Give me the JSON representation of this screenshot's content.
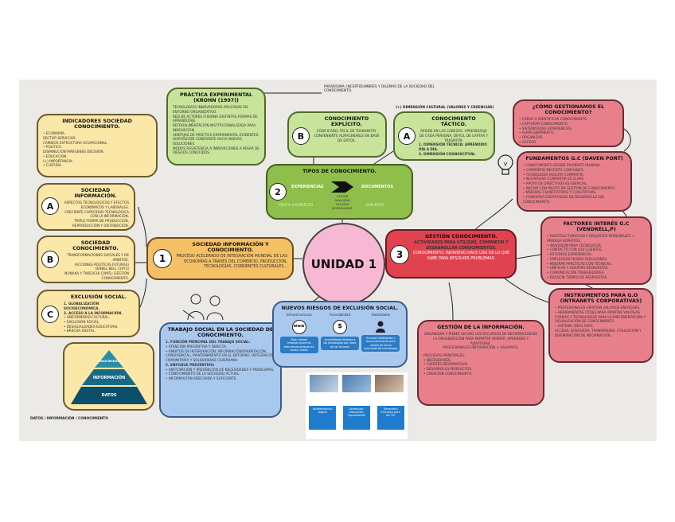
{
  "title": "UNIDAD 1",
  "paradigma": "PARADIGMA: INCERTIDUMBRES Y DILEMAS DE LA SOCIEDAD DEL CONOCIMIENTO.",
  "dimension_cultural": "(+) DIMENSIÓN CULTURAL (VALORES Y CREENCIAS)",
  "practica": {
    "title": "PRÁCTICA EXPERIMENTAL (KROHN (1997))",
    "lines": [
      "TECNOLOGÍAS INNOVADORAS APLICADAS EN ENTORNO ORGANIZATIVO.",
      "RED DE ACTORES FUSIONA DISTINTAS FORMAS DE APRENDIZAJE.",
      "RETROALIMENTACIÓN INSTITUCIONALIZADA PARA INNOVACIÓN.",
      "VENTAJAS DE PRÁCTICA EXPERIMENTAL EVIDENTES, DISPOSICIÓN CONSTANTE HACIA NUEVAS SOLUCIONES.",
      "MODOS RESISTENCIA A INNOVACIONES A PESAR DE RIESGOS CONOCIDOS."
    ]
  },
  "indicadores": {
    "title": "INDICADORES SOCIEDAD CONOCIMIENTO.",
    "lines": [
      "• ECONOMÍA.",
      "SECTOR SERVICIOS.",
      "CAMBIOS ESTRUCTURA OCUPACIONAL.",
      "• POLÍTICA.",
      "DISMINUCIÓN MÁRGENES DECISIÓN.",
      "• EDUCACIÓN.",
      "(+) IMPORTANCIA.",
      "• CULTURA."
    ]
  },
  "soc_info": {
    "letter": "A",
    "title": "SOCIEDAD INFORMACIÓN.",
    "lines": [
      "ASPECTOS TECNOLÓGICOS Y EFECTOS ECONÓMICOS Y LABORALES.",
      "CRECIENTE CAPACIDAD TECNOLÓGICA CON LA INFORMACIÓN.",
      "TRIPLE FORMA DE PRODUCCIÓN, REPRODUCCIÓN Y DISTRIBUCIÓN."
    ]
  },
  "soc_con": {
    "letter": "B",
    "title": "SOCIEDAD CONOCIMIENTO.",
    "lines": [
      "TRANSFORMACIONES SOCIALES Y DE AMBITOS.",
      "(ACCIONES POLÍTICAS FUTURAS)",
      "DANIEL BELL (1973)",
      "NONAKA Y TAKEUCHI (1995): GESTIÓN CONOCIMIENTO."
    ]
  },
  "exclusion": {
    "letter": "C",
    "title": "EXCLUSIÓN SOCIAL.",
    "lines": [
      "1. GLOBALIZACIÓN SOCIOECONÓMICA.",
      "2. ACCESO A LA INFORMACIÓN.",
      "• UNIFORMIDAD CULTURAL.",
      "• EXCLUSIÓN SOCIAL.",
      "• DESIGUALDADES EDUCATIVAS.",
      "• BRECHA DIGITAL."
    ]
  },
  "node1": {
    "number": "1",
    "title": "SOCIEDAD INFORMACIÓN Y CONOCIMIENTO.",
    "text": "PROCESO ACELERADO DE INTEGRACIÓN MUNDIAL DE LAS ECONOMÍAS A TRAVÉS DEL COMERCIO, PRODUCCIÓN, TECNOLOGÍAS, CORRIENTES CULTURALES..."
  },
  "explicito": {
    "letter": "B",
    "title": "CONOCIMIENTO EXPLÍCITO.",
    "lines": [
      "CODIFICADO, FÁCIL DE TRANSMITIR.",
      "CONVENIENTE ALMACENABLE EN BASE DE DATOS."
    ]
  },
  "tacito": {
    "letter": "A",
    "title": "CONOCIMIENTO TÁCTICO.",
    "lines": [
      "RESIDE EN LAS CABEZAS. APRENDIZAJE DE CADA PERSONA, DIFÍCIL DE CAPTAR Y TRASMITIR.",
      "1. DIMENSIÓN TÉCNICA: APRENDIDO DÍA A DÍA.",
      "2. DIMENSIÓN COGNOSCITIVA."
    ]
  },
  "tipos": {
    "number": "2",
    "title": "TIPOS DE CONOCIMIENTO.",
    "left": "EXPERIENCIAS",
    "right": "DOCUMENTOS",
    "left_sub": "TÁCITO A EXPLÍCITO",
    "right_sub": "EXPLÍCITO",
    "middle": [
      "CAPTAR",
      "ANALIZAR",
      "VALIDAR",
      "NORMALIZAR"
    ]
  },
  "como": {
    "title": "¿CÓMO GESTIONAMOS EL CONOCIMIENTO?",
    "lines": [
      "• CREAR O IDENTIFICAR CONOCIMIENTO.",
      "• CAPTURAR CONOCIMIENTO.",
      "• SISTEMATIZAR EXPERIENCIAS.",
      "• ALMACENAMIENTO.",
      "• ORGANIZAR.",
      "• ACCESO."
    ]
  },
  "fundamentos": {
    "title": "FUNDAMENTOS G.C (DAVEN PORT)",
    "lines": [
      "• CONOCIMIENTO RESIDE EN MENTE HUMANA.",
      "• COMPARTIR NECESITA CONFIANZA.",
      "• TECNOLOGÍA FACILITA COMPARTIR.",
      "• INCENTIVAR COMPARTIR ES CLAVE.",
      "• APOYO DE DIRECTIVOS ES ESENCIAL.",
      "• INICIAR CON PILOTO EN GESTIÓN DE CONOCIMIENTO.",
      "• MEDIDAS CUANTITATIVAS Y CUALITATIVAS.",
      "• FOMENTAR CREATIVIDAD EN DESARROLLO DEL CONOCIMIENTO."
    ]
  },
  "gestion": {
    "number": "3",
    "title": "GESTIÓN CONOCIMIENTO.",
    "lines": [
      "ACTIVIDADES PARA UTILIZAR, COMPARTIR Y DESARROLLAR CONOCIMIENTOS.",
      "CONOCIMIENTO: INDIVIDUO HACE USO DE LO QUE SABE PARA RESOLVER PROBLEMAS."
    ]
  },
  "factores": {
    "title": "FACTORES INTERÉS G.C (VENDRELL,P)",
    "lines": [
      "• REESTRUCTURACIÓN Y REAJUSTES PERSONALES → PÉRDIDA EXPERTOS.",
      "• INVERSIÓN PARA TECNOLOGÍA.",
      "• CONTACTO CON LOS CLIENTES.",
      "• ESTUDIOS EXPERIENCIAL.",
      "• EMPLEADOS DANDO SOLUCIONES.",
      "• MEJORAR PRÁCTICAS CON TÉCNICAS.",
      "• UNIFICAR Y ADAPTAR RESPUESTAS.",
      "• COMUNICACIÓN TRABAJADORES.",
      "• REDUCIR TIEMPO DE RESPUESTAS."
    ]
  },
  "instrumentos": {
    "title": "INSTRUMENTOS PARA G.O (INTRANETS CORPORATIVAS)",
    "lines": [
      "• PROFESIONALES APORTAN VALIOSOS ENFOQUES.",
      "• HERRAMIENTAS ÚTILES PARA APORTAR VALIOSAS FORMAS Y TECNOLOGÍAS PARA LA IMPLEMENTACIÓN Y VISUALIZACIÓN DE CONOCIMIENTO.",
      "• SISTEMA IDEAL PARA:",
      "ACCESO, BÚSQUEDA, TRANSMISIÓN, UTILIZACIÓN Y DISEMINACIÓN DE INFORMACIÓN."
    ]
  },
  "gestion_info": {
    "title": "GESTIÓN DE LA INFORMACIÓN.",
    "lines": [
      "ORGANIZAR Y PONER EN USO LOS RECURSOS DE INFORMACIÓN DE LA ORGANIZACIÓN PARA PERMITIR OPERAR, APRENDER Y ADAPTARSE.",
      "PROFESIONALES INFORMACIÓN + USUARIOS.",
      "PROCESOS PRINCIPALES:",
      "• NECESIDADES.",
      "• FUENTES INFORMATIVAS.",
      "• DESARROLLO PRODUCTOS.",
      "• CREACIÓN CONOCIMIENTO."
    ]
  },
  "trabajo": {
    "title": "TRABAJO SOCIAL EN LA SOCIEDAD DE CONOCIMIENTO.",
    "lines": [
      "1. FUNCIÓN PRINCIPAL DEL TRABAJO SOCIAL:",
      "• ATENCIÓN PREVENTIVA Y DIRECTA.",
      "• ÁMBITOS DE INTERVENCIÓN: INFORMACIÓN/ORIENTACIÓN, CONVIVENCIAL, MANTENIMIENTO EN EL ENTORNO, INTEGRACIÓN COMUNITARIA Y SOLIDARIDAD CIUDADANA.",
      "2. ENFOQUE PREVENTIVO:",
      "• ANTICIPACIÓN Y PREVENCIÓN DE NECESIDADES Y PROBLEMAS.",
      "• CONOCIMIENTO DE LA SOCIEDAD ACTUAL.",
      "• INFORMACIÓN ADECUADA Y SUFICIENTE."
    ]
  },
  "riesgos": {
    "title": "NUEVOS RIESGOS DE EXCLUSIÓN SOCIAL.",
    "cols": [
      "Infraestructuras",
      "Accesibilidad",
      "Habilidades"
    ],
    "icons": [
      "www",
      "$",
      "person"
    ],
    "notes": [
      "Baja calidad infraestructura de telecomunicaciones en zonas rurales",
      "Accesibilidad limitada a las tecnologías por coste de las mismas",
      "Escasas habilidades y desconocimiento para utilizar de forma adecuada las tecnologías"
    ]
  },
  "pyramid": {
    "levels": [
      "CONOCIMIENTO",
      "INFORMACIÓN",
      "DATOS"
    ],
    "caption": "DATOS / INFORMACIÓN / CONOCIMIENTO"
  },
  "bottom_cards": [
    "Alfabetización digital",
    "Formación, Educación, Capacitación",
    "Desarrollo inclusivo para las TIC"
  ]
}
